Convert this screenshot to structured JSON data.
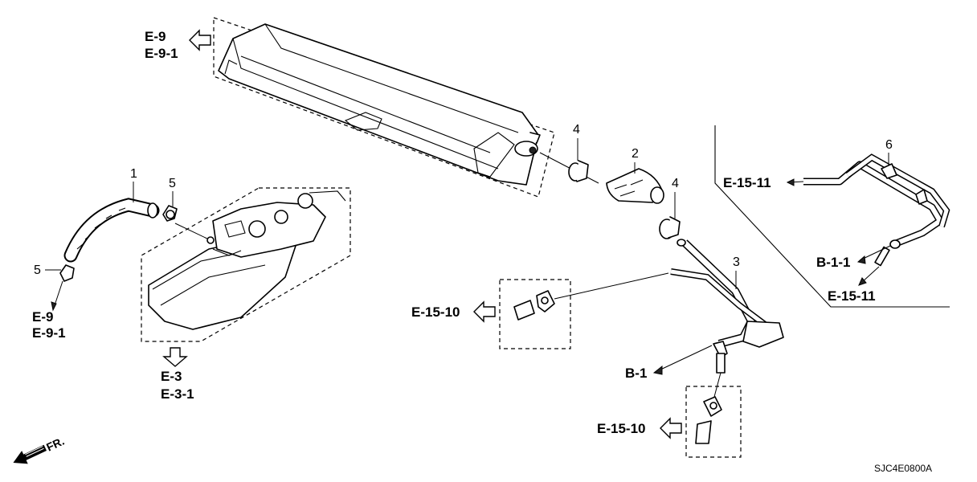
{
  "references": {
    "e9_top": "E-9",
    "e91_top": "E-9-1",
    "e9_left": "E-9",
    "e91_left": "E-9-1",
    "e3": "E-3",
    "e31": "E-3-1",
    "e1510_mid": "E-15-10",
    "e1510_bottom": "E-15-10",
    "b1": "B-1",
    "e1511_top": "E-15-11",
    "b11": "B-1-1",
    "e1511_bottom": "E-15-11"
  },
  "part_numbers": {
    "p1": "1",
    "p2": "2",
    "p3": "3",
    "p4a": "4",
    "p4b": "4",
    "p5a": "5",
    "p5b": "5",
    "p6": "6"
  },
  "front_marker": "FR.",
  "diagram_code": "SJC4E0800A"
}
